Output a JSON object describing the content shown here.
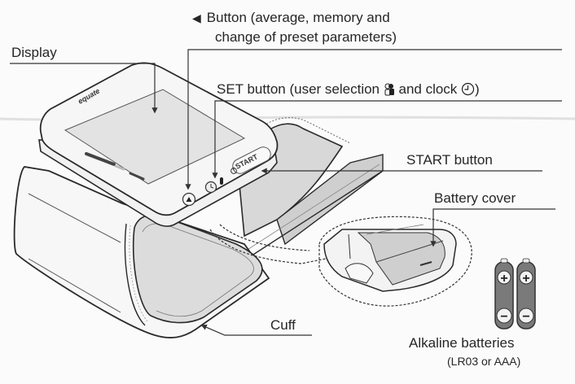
{
  "diagram": {
    "subject": "Wrist blood pressure monitor",
    "brand_logo": "equate",
    "device_button_labels": {
      "start": "START"
    }
  },
  "labels": {
    "display": "Display",
    "arrow_button_line1": "Button (average, memory and",
    "arrow_button_line2": "change of preset parameters)",
    "arrow_button_glyph": "◀",
    "set_button_prefix": "SET button (user selection",
    "set_button_middle": "and clock",
    "set_button_suffix": ")",
    "start_button": "START button",
    "battery_cover": "Battery cover",
    "cuff": "Cuff",
    "batteries_line1": "Alkaline batteries",
    "batteries_line2": "(LR03 or AAA)"
  },
  "icons": {
    "user_selection": "user-icon",
    "clock": "clock-icon",
    "power": "power-icon",
    "battery_plus": "+",
    "battery_minus": "−"
  },
  "colors": {
    "background": "#fbfbfb",
    "line": "#2a2a2a",
    "text": "#262626",
    "cuff_shade": "#d8d8d8",
    "display_shade": "#e4e4e4",
    "battery_body": "#7a7a7a"
  }
}
